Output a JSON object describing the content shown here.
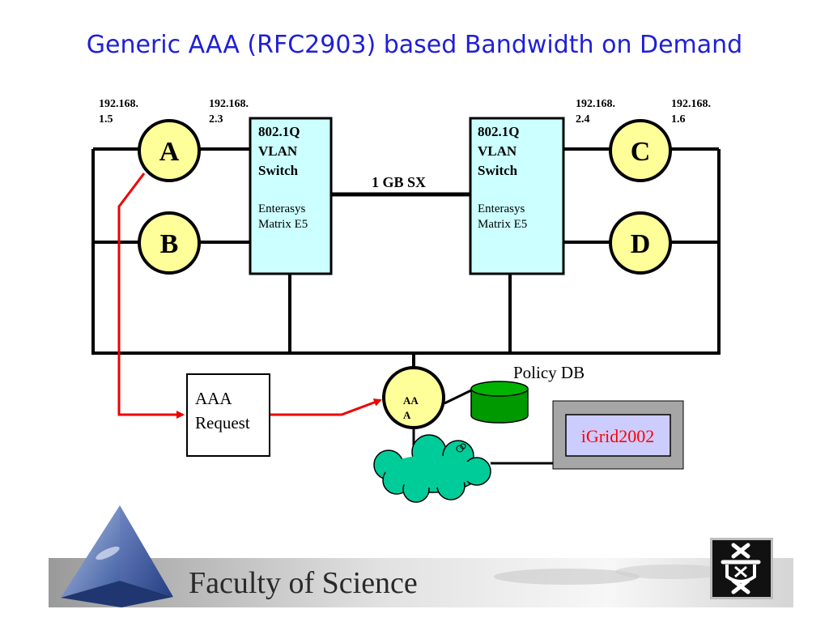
{
  "title": "Generic AAA (RFC2903) based Bandwidth on Demand",
  "hosts": [
    {
      "id": "A",
      "ip_line1": "192.168.",
      "ip_line2": "1.5"
    },
    {
      "id": "B"
    },
    {
      "id": "C",
      "ip_line1": "192.168.",
      "ip_line2": "1.6"
    },
    {
      "id": "D"
    }
  ],
  "switches": [
    {
      "ip_line1": "192.168.",
      "ip_line2": "2.3",
      "line1": "802.1Q",
      "line2": "VLAN",
      "line3": "Switch",
      "model1": "Enterasys",
      "model2": "Matrix E5"
    },
    {
      "ip_line1": "192.168.",
      "ip_line2": "2.4",
      "line1": "802.1Q",
      "line2": "VLAN",
      "line3": "Switch",
      "model1": "Enterasys",
      "model2": "Matrix E5"
    }
  ],
  "link_label": "1 GB SX",
  "aaa_request": {
    "line1": "AAA",
    "line2": "Request"
  },
  "aaa_server": {
    "line1": "AA",
    "line2": "A"
  },
  "policy_db": "Policy DB",
  "igrid": "iGrid2002",
  "footer": "Faculty of Science",
  "colors": {
    "title": "#1f1fd6",
    "node_fill": "#ffff99",
    "switch_fill": "#ccffff",
    "db_fill": "#009900",
    "cloud_fill": "#00cc99",
    "request_arrow": "#ee0000",
    "igrid_text": "#ff0000",
    "igrid_fill": "#ccccff",
    "igrid_frame": "#a6a6a6"
  }
}
